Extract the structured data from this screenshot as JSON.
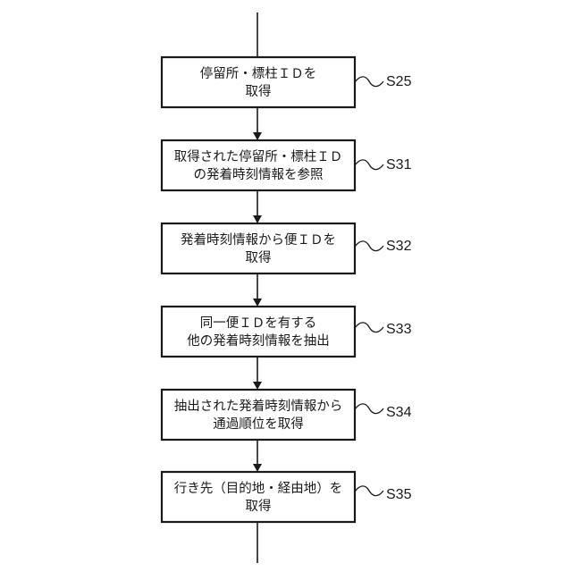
{
  "flowchart": {
    "steps": [
      {
        "lines": [
          "停留所・標柱ＩＤを",
          "取得"
        ],
        "label": "S25"
      },
      {
        "lines": [
          "取得された停留所・標柱ＩＤ",
          "の発着時刻情報を参照"
        ],
        "label": "S31"
      },
      {
        "lines": [
          "発着時刻情報から便ＩＤを",
          "取得"
        ],
        "label": "S32"
      },
      {
        "lines": [
          "同一便ＩＤを有する",
          "他の発着時刻情報を抽出"
        ],
        "label": "S33"
      },
      {
        "lines": [
          "抽出された発着時刻情報から",
          "通過順位を取得"
        ],
        "label": "S34"
      },
      {
        "lines": [
          "行き先（目的地・経由地）を",
          "取得"
        ],
        "label": "S35"
      }
    ]
  }
}
